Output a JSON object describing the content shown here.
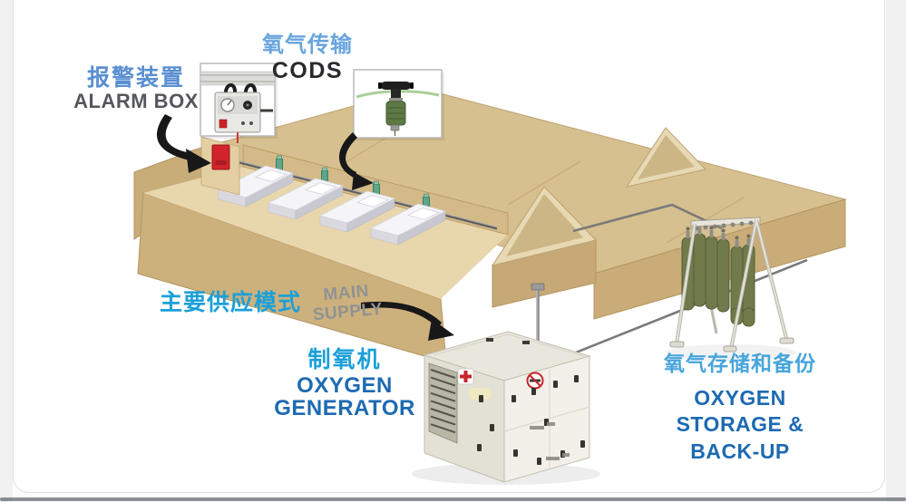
{
  "page": {
    "outer_background": "#f1f1f1",
    "card_background": "#ffffff",
    "card_border": "#dde1e5",
    "bottom_rule_color": "#6e747a"
  },
  "palette": {
    "building_tan": "#d7c08f",
    "building_tan_dark": "#c9ac77",
    "building_interior": "#e8d6ad",
    "gable_cream": "#e7d9b4",
    "pipe_gray": "#7a7a7a",
    "outlet_green": "#5ca58a",
    "alarm_red": "#d2232a",
    "generator_cream": "#f2f0e8",
    "cylinder_olive": "#707a4a",
    "arrow_black": "#181818"
  },
  "labels": {
    "alarm_box": {
      "zh": "报警装置",
      "en": "ALARM BOX",
      "zh_color": "#5a8fd2",
      "en_color": "#55575c"
    },
    "cods": {
      "zh": "氧气传输",
      "en": "CODS",
      "zh_color": "#68a4de",
      "en_color": "#2a2a2e"
    },
    "main_supply": {
      "zh": "主要供应模式",
      "en_line1": "MAIN",
      "en_line2": "SUPPLY",
      "zh_color": "#1ba0d8",
      "en_color": "#8f9295"
    },
    "oxygen_generator": {
      "zh": "制氧机",
      "en_line1": "OXYGEN",
      "en_line2": "GENERATOR",
      "zh_color": "#1ba0d8",
      "en_color": "#1d6ab2"
    },
    "oxygen_storage": {
      "zh": "氧气存储和备份",
      "en_line1": "OXYGEN",
      "en_line2": "STORAGE &",
      "en_line3": "BACK-UP",
      "zh_color": "#47a5dc",
      "en_color": "#1d6ab2"
    }
  },
  "diagram": {
    "subject": "Field hospital oxygen supply system (isometric illustration)",
    "components": {
      "alarm_device_inset": "alarm box unit hanging from rail",
      "cods_device_inset": "oxygen outlet valve on supply hose",
      "hospital_building": "tan field-hospital tents with cutaway ward",
      "patient_beds_count": 4,
      "pipeline_outlets_count": 4,
      "wall_alarm_box": "red alarm box at ward entrance",
      "oxygen_generator_unit": "white containerized oxygen generator",
      "cylinder_rack": "A-frame rack with olive oxygen cylinders",
      "cylinders_count": 6
    }
  }
}
